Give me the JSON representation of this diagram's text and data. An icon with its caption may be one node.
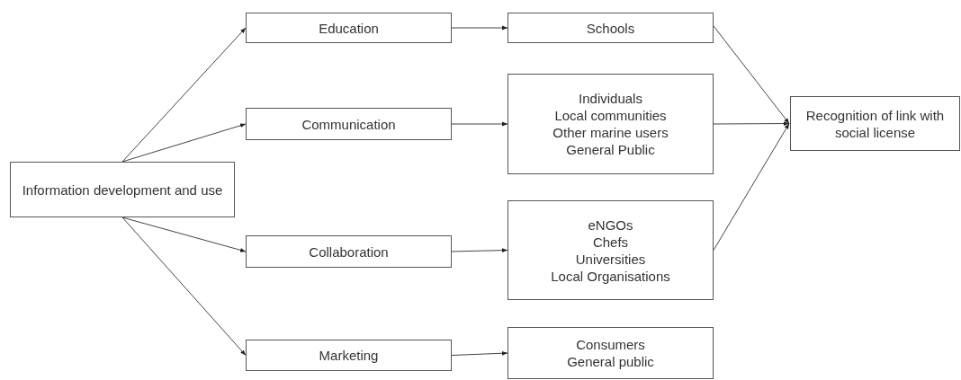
{
  "diagram": {
    "nodes": [
      {
        "text": [
          "Information development and use"
        ]
      },
      {
        "text": [
          "Education"
        ]
      },
      {
        "text": [
          "Communication"
        ]
      },
      {
        "text": [
          "Collaboration"
        ]
      },
      {
        "text": [
          "Marketing"
        ]
      },
      {
        "text": [
          "Schools"
        ]
      },
      {
        "text": [
          "Individuals",
          "Local communities",
          "Other marine users",
          "General Public"
        ]
      },
      {
        "text": [
          "eNGOs",
          "Chefs",
          "Universities",
          "Local Organisations"
        ]
      },
      {
        "text": [
          "Consumers",
          "General public"
        ]
      },
      {
        "text": [
          "Recognition of link with social license"
        ]
      }
    ],
    "edges": [
      {
        "from": 0,
        "to": 1,
        "arrow": "to"
      },
      {
        "from": 0,
        "to": 2,
        "arrow": "to"
      },
      {
        "from": 0,
        "to": 3,
        "arrow": "to"
      },
      {
        "from": 0,
        "to": 4,
        "arrow": "to"
      },
      {
        "from": 1,
        "to": 5,
        "arrow": "to"
      },
      {
        "from": 2,
        "to": 6,
        "arrow": "to"
      },
      {
        "from": 3,
        "to": 7,
        "arrow": "to"
      },
      {
        "from": 4,
        "to": 8,
        "arrow": "to"
      },
      {
        "from": 5,
        "to": 9,
        "arrow": "to"
      },
      {
        "from": 6,
        "to": 9,
        "arrow": "to"
      },
      {
        "from": 7,
        "to": 9,
        "arrow": "to"
      }
    ]
  }
}
